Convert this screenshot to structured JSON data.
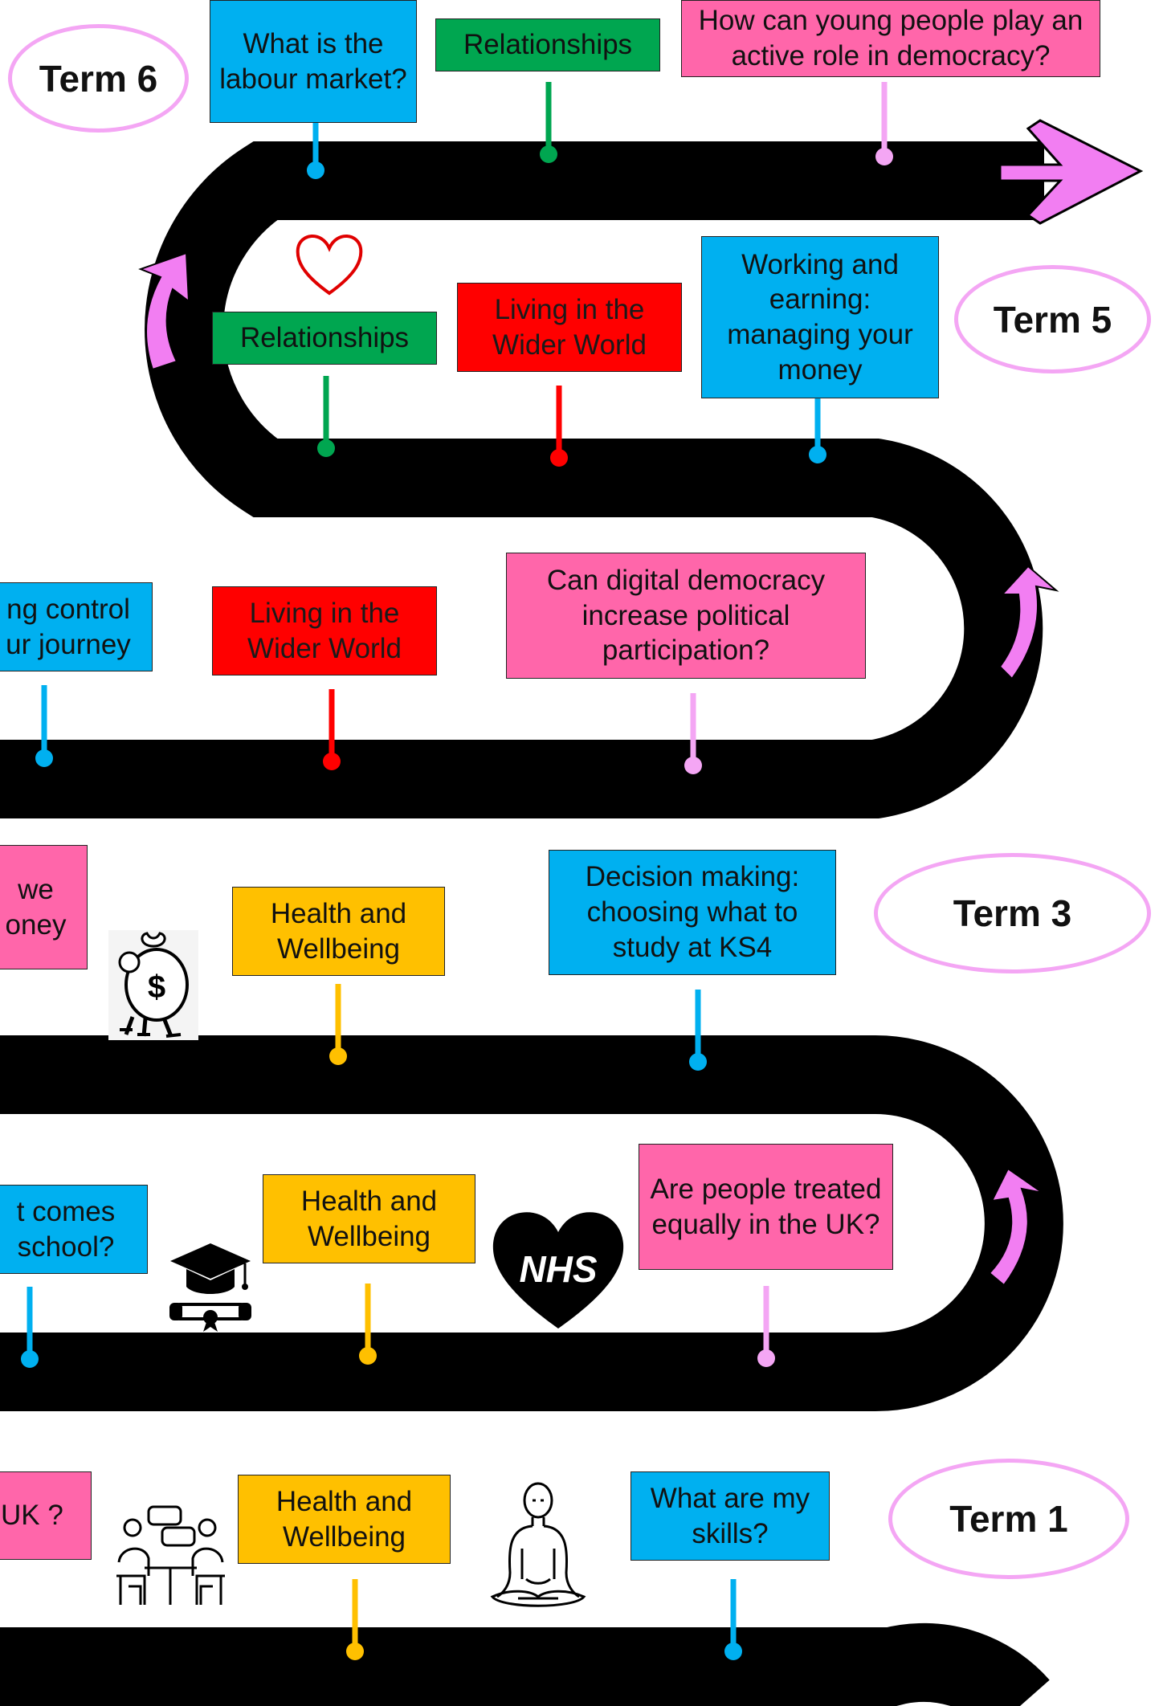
{
  "colors": {
    "blue": "#00b0f0",
    "pink": "#ff66aa",
    "green": "#00a650",
    "red": "#ff0000",
    "yellow": "#ffc000",
    "road": "#000000",
    "arrow": "#f27ef2",
    "term_border": "#f4a6f4"
  },
  "terms": {
    "term6": "Term 6",
    "term5": "Term 5",
    "term3": "Term 3",
    "term1": "Term 1"
  },
  "milestones": {
    "labour_market": "What is the labour market?",
    "relationships_top": "Relationships",
    "democracy_active": "How can young people play an active role in democracy?",
    "relationships_mid": "Relationships",
    "lww_term5": "Living in the Wider World",
    "working_earning": "Working and earning: managing your money",
    "taking_control": "ng control ur journey",
    "lww_term4": "Living in the Wider World",
    "digital_democracy": "Can digital democracy increase political participation?",
    "money_partial": "we oney",
    "hw_term3": "Health and Wellbeing",
    "decision_making": "Decision making: choosing what to study at KS4",
    "after_school": "t comes school?",
    "hw_term2": "Health and Wellbeing",
    "treated_equally": "Are people treated equally in the UK?",
    "uk_partial": "UK ?",
    "hw_term1": "Health and Wellbeing",
    "skills": "What are my skills?"
  },
  "icons": {
    "nhs_text": "NHS",
    "nhs": "nhs-heart-icon",
    "heart": "heart-outline-icon",
    "money": "money-bag-icon",
    "graduation": "graduation-cap-icon",
    "meeting": "meeting-icon",
    "meditation": "meditation-icon",
    "arrow": "forward-arrow-icon"
  }
}
